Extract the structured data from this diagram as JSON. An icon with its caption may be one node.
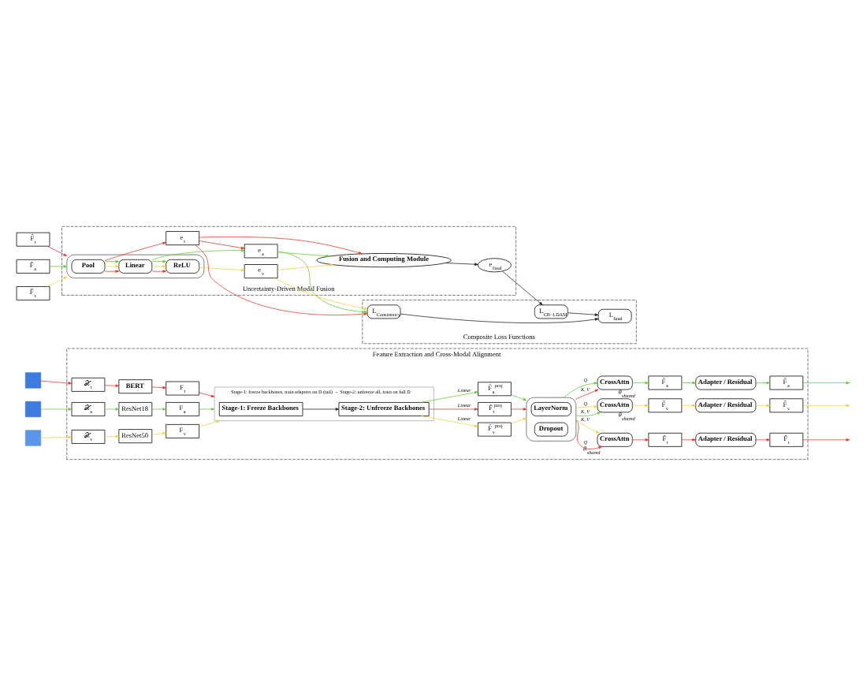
{
  "diagram": {
    "nodes": [
      {
        "text": [
          "Feature Extraction and Cross-Modal Alignment"
        ]
      },
      {
        "text": [],
        "shape": "box"
      },
      {
        "text": [],
        "shape": "box"
      },
      {
        "text": [],
        "shape": "box"
      },
      {
        "text": [
          "𝒳$_{t}$"
        ],
        "in": 0
      },
      {
        "text": [
          "BERT"
        ],
        "in": 0
      },
      {
        "text": [
          "F$_{t}$"
        ],
        "in": 0
      },
      {
        "text": [
          "𝒳$_{a}$"
        ],
        "in": 0
      },
      {
        "text": [
          "ResNet18"
        ],
        "in": 0
      },
      {
        "text": [
          "F$_{a}$"
        ],
        "in": 0
      },
      {
        "text": [
          "𝒳$_{v}$"
        ],
        "in": 0
      },
      {
        "text": [
          "ResNet50"
        ],
        "in": 0
      },
      {
        "text": [
          "F$_{v}$"
        ],
        "in": 0
      },
      {
        "text": [
          "Stage-1: freeze backbones, train adapters on D (tail) → Stage-2: unfreeze all, train on full D"
        ],
        "in": 0
      },
      {
        "text": [
          "Stage-1: Freeze Backbones"
        ],
        "in": 13
      },
      {
        "text": [
          "Stage-2: Unfreeze Backbones"
        ],
        "in": 13
      },
      {
        "text": [
          "F̃$_{t}$$^{proj}$"
        ],
        "in": 0
      },
      {
        "text": [
          "F̃$_{a}$$^{proj}$"
        ],
        "in": 0
      },
      {
        "text": [
          "F̃$_{v}$$^{proj}$"
        ],
        "in": 0
      },
      {
        "text": [],
        "shape": "ellipse",
        "in": 0
      },
      {
        "text": [
          "LayerNorm"
        ],
        "in": 19
      },
      {
        "text": [
          "Dropout"
        ],
        "in": 19
      },
      {
        "text": [
          "CrossAttn"
        ],
        "beside": [
          "θ$_{shared}$"
        ],
        "in": 0
      },
      {
        "text": [
          "CrossAttn"
        ],
        "beside": [
          "θ$_{shared}$"
        ],
        "in": 0
      },
      {
        "text": [
          "CrossAttn"
        ],
        "beside": [
          "θ$_{shared}$"
        ],
        "in": 0
      },
      {
        "text": [
          "F̃$_{t}$"
        ],
        "in": 0
      },
      {
        "text": [
          "Adapter / Residual"
        ],
        "in": 0
      },
      {
        "text": [
          "F̂$_{t}$"
        ],
        "in": 0
      },
      {
        "text": [
          "F̃$_{a}$"
        ],
        "in": 0
      },
      {
        "text": [
          "Adapter / Residual"
        ],
        "in": 0
      },
      {
        "text": [
          "F̂$_{a}$"
        ],
        "in": 0
      },
      {
        "text": [
          "F̃$_{v}$"
        ],
        "in": 0
      },
      {
        "text": [
          "Adapter / Residual"
        ],
        "in": 0
      },
      {
        "text": [
          "F̂$_{v}$"
        ],
        "in": 0
      },
      {
        "text": [
          "F̂$_{t}$"
        ]
      },
      {
        "text": [
          "F̂$_{a}$"
        ]
      },
      {
        "text": [
          "F̂$_{v}$"
        ]
      },
      {
        "text": [
          "Uncertainty-Driven Modal Fusion"
        ]
      },
      {
        "text": [],
        "shape": "ellipse",
        "in": 37
      },
      {
        "text": [
          "Pool"
        ],
        "in": 38
      },
      {
        "text": [
          "Linear"
        ],
        "in": 38
      },
      {
        "text": [
          "ReLU"
        ],
        "in": 38
      },
      {
        "text": [
          "e$_{t}$"
        ],
        "in": 37
      },
      {
        "text": [
          "e$_{a}$"
        ],
        "in": 37
      },
      {
        "text": [
          "e$_{v}$"
        ],
        "in": 37
      },
      {
        "text": [
          "Fusion and Computing Module"
        ],
        "in": 37
      },
      {
        "text": [
          "e$_{final}$"
        ],
        "in": 37
      },
      {
        "text": [
          "Composite Loss Functions"
        ]
      },
      {
        "text": [
          "L$_{CB−LDAM}$"
        ],
        "in": 47
      },
      {
        "text": [
          "L$_{final}$"
        ],
        "in": 47
      },
      {
        "text": [
          "L$_{Consistency}$"
        ],
        "in": 47
      }
    ],
    "edges": [
      {
        "from": 1,
        "to": 4,
        "arrow": "to",
        "color": "#e8392f"
      },
      {
        "from": 4,
        "to": 5,
        "arrow": "to",
        "color": "#e8392f"
      },
      {
        "from": 5,
        "to": 6,
        "arrow": "to",
        "color": "#e8392f"
      },
      {
        "from": 6,
        "to": 13,
        "arrow": "to",
        "color": "#e8392f"
      },
      {
        "from": 2,
        "to": 7,
        "arrow": "to",
        "color": "#66cc33"
      },
      {
        "from": 7,
        "to": 8,
        "arrow": "to",
        "color": "#66cc33"
      },
      {
        "from": 8,
        "to": 9,
        "arrow": "to",
        "color": "#66cc33"
      },
      {
        "from": 9,
        "to": 13,
        "arrow": "to",
        "color": "#66cc33"
      },
      {
        "from": 3,
        "to": 10,
        "arrow": "to",
        "color": "#f0cf45"
      },
      {
        "from": 10,
        "to": 11,
        "arrow": "to",
        "color": "#f0cf45"
      },
      {
        "from": 11,
        "to": 12,
        "arrow": "to",
        "color": "#f0cf45"
      },
      {
        "from": 12,
        "to": 13,
        "arrow": "to",
        "color": "#f0cf45"
      },
      {
        "from": 14,
        "to": 15,
        "arrow": "to",
        "color": "#222222"
      },
      {
        "from": 15,
        "to": 16,
        "arrow": "to",
        "label": "Linear",
        "color": "#e8392f"
      },
      {
        "from": 15,
        "to": 17,
        "arrow": "to",
        "label": "Linear",
        "color": "#66cc33"
      },
      {
        "from": 15,
        "to": 18,
        "arrow": "to",
        "label": "Linear",
        "color": "#f0cf45"
      },
      {
        "from": 16,
        "to": 19,
        "arrow": "to",
        "color": "#e8392f"
      },
      {
        "from": 17,
        "to": 19,
        "arrow": "to",
        "color": "#66cc33"
      },
      {
        "from": 18,
        "to": 19,
        "arrow": "to",
        "color": "#f0cf45"
      },
      {
        "from": 19,
        "to": 22,
        "arrow": "to",
        "label": "Q",
        "color": "#e8392f"
      },
      {
        "from": 19,
        "to": 23,
        "arrow": "to",
        "label": "K, V",
        "color": "#e8392f"
      },
      {
        "from": 19,
        "to": 23,
        "arrow": "to",
        "label": "Q",
        "color": "#66cc33"
      },
      {
        "from": 19,
        "to": 24,
        "arrow": "to",
        "label": "K, V",
        "color": "#66cc33"
      },
      {
        "from": 19,
        "to": 24,
        "arrow": "to",
        "label": "Q",
        "color": "#f0cf45"
      },
      {
        "from": 19,
        "to": 22,
        "arrow": "to",
        "label": "K, V",
        "color": "#f0cf45"
      },
      {
        "from": 22,
        "to": 25,
        "arrow": "to",
        "color": "#e8392f"
      },
      {
        "from": 25,
        "to": 26,
        "arrow": "to",
        "color": "#e8392f"
      },
      {
        "from": 26,
        "to": 27,
        "arrow": "to",
        "color": "#e8392f"
      },
      {
        "from": 27,
        "to": null,
        "arrow": "to",
        "color": "#e8392f"
      },
      {
        "from": 23,
        "to": 28,
        "arrow": "to",
        "color": "#66cc33"
      },
      {
        "from": 28,
        "to": 29,
        "arrow": "to",
        "color": "#66cc33"
      },
      {
        "from": 29,
        "to": 30,
        "arrow": "to",
        "color": "#66cc33"
      },
      {
        "from": 30,
        "to": null,
        "arrow": "to",
        "color": "#66cc33"
      },
      {
        "from": 24,
        "to": 31,
        "arrow": "to",
        "color": "#f0cf45"
      },
      {
        "from": 31,
        "to": 32,
        "arrow": "to",
        "color": "#f0cf45"
      },
      {
        "from": 32,
        "to": 33,
        "arrow": "to",
        "color": "#f0cf45"
      },
      {
        "from": 33,
        "to": null,
        "arrow": "to",
        "color": "#f0cf45"
      },
      {
        "from": 34,
        "to": 38,
        "arrow": "to",
        "color": "#e8392f"
      },
      {
        "from": 35,
        "to": 38,
        "arrow": "to",
        "color": "#66cc33"
      },
      {
        "from": 36,
        "to": 38,
        "arrow": "to",
        "color": "#f0cf45"
      },
      {
        "from": 39,
        "to": 40,
        "arrow": "to",
        "color": "#e8392f"
      },
      {
        "from": 39,
        "to": 40,
        "arrow": "to",
        "color": "#f0cf45"
      },
      {
        "from": 39,
        "to": 40,
        "arrow": "to",
        "color": "#66cc33"
      },
      {
        "from": 40,
        "to": 41,
        "arrow": "to",
        "color": "#e8392f"
      },
      {
        "from": 40,
        "to": 41,
        "arrow": "to",
        "color": "#f0cf45"
      },
      {
        "from": 40,
        "to": 41,
        "arrow": "to",
        "color": "#66cc33"
      },
      {
        "from": 39,
        "to": 42,
        "arrow": "to",
        "color": "#e8392f"
      },
      {
        "from": 40,
        "to": 43,
        "arrow": "to",
        "color": "#66cc33"
      },
      {
        "from": 41,
        "to": 44,
        "arrow": "to",
        "color": "#f0cf45"
      },
      {
        "from": 42,
        "to": 43,
        "arrow": "to",
        "color": "#e8392f"
      },
      {
        "from": 42,
        "to": 45,
        "arrow": "to",
        "color": "#e8392f"
      },
      {
        "from": 43,
        "to": 45,
        "arrow": "to",
        "color": "#66cc33"
      },
      {
        "from": 44,
        "to": 45,
        "arrow": "to",
        "color": "#f0cf45"
      },
      {
        "from": 42,
        "to": 50,
        "arrow": "to",
        "color": "#e8392f"
      },
      {
        "from": 43,
        "to": 50,
        "arrow": "to",
        "color": "#66cc33"
      },
      {
        "from": 44,
        "to": 50,
        "arrow": "to",
        "color": "#f0cf45"
      },
      {
        "from": 45,
        "to": 46,
        "arrow": "to",
        "color": "#222222"
      },
      {
        "from": 46,
        "to": 48,
        "arrow": "to",
        "color": "#222222"
      },
      {
        "from": 48,
        "to": 49,
        "arrow": "to",
        "color": "#222222"
      },
      {
        "from": 50,
        "to": 49,
        "arrow": "to",
        "color": "#222222"
      }
    ]
  }
}
